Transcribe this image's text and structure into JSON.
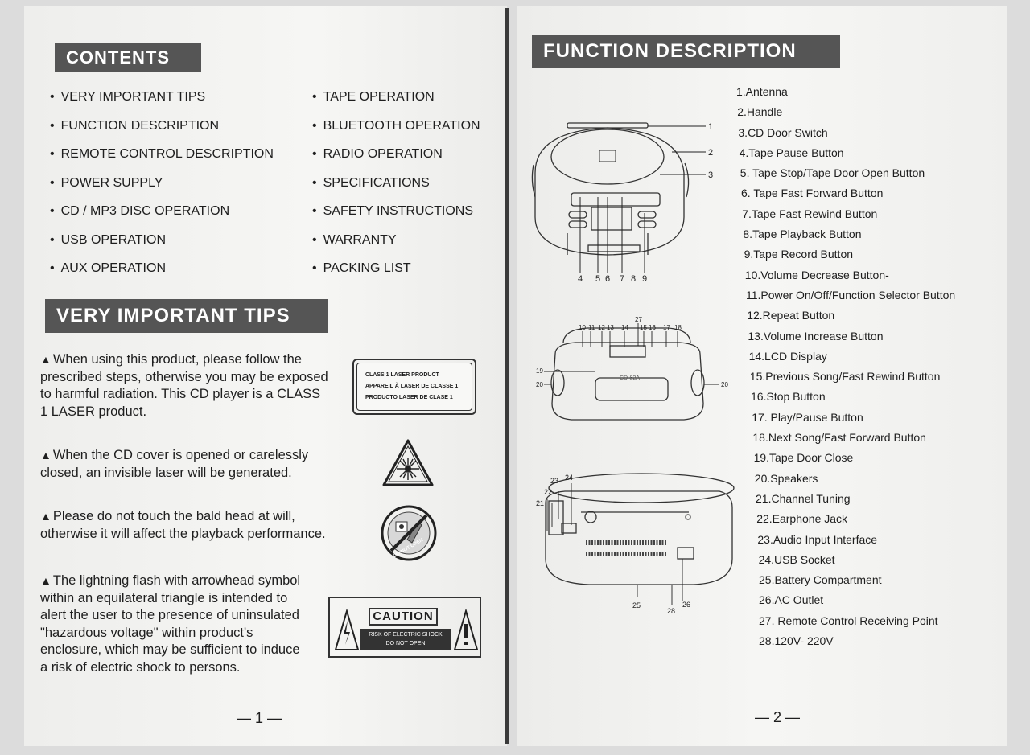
{
  "left_page": {
    "contents_heading": "CONTENTS",
    "contents_col1": [
      "VERY IMPORTANT TIPS",
      "FUNCTION DESCRIPTION",
      "REMOTE CONTROL DESCRIPTION",
      "POWER SUPPLY",
      "CD / MP3 DISC OPERATION",
      "USB OPERATION",
      "AUX OPERATION"
    ],
    "contents_col2": [
      "TAPE OPERATION",
      "BLUETOOTH OPERATION",
      "RADIO OPERATION",
      "SPECIFICATIONS",
      "SAFETY INSTRUCTIONS",
      "WARRANTY",
      "PACKING LIST"
    ],
    "tips_heading": "VERY IMPORTANT TIPS",
    "tips": [
      "When using this product, please follow the prescribed steps, otherwise you may be exposed to harmful radiation. This CD player is a CLASS 1 LASER product.",
      "When the CD cover is opened or carelessly closed, an invisible laser will be generated.",
      "Please do not touch the bald head at will, otherwise it will affect the playback performance.",
      "The lightning flash with arrowhead symbol within an equilateral triangle is intended to alert the user to the presence of uninsulated \"hazardous voltage\" within product's enclosure, which may be sufficient to induce a risk of electric shock to persons."
    ],
    "laser_label": [
      "CLASS 1 LASER PRODUCT",
      "APPAREIL À LASER DE CLASSE 1",
      "PRODUCTO LASER DE CLASE 1"
    ],
    "do_not_open_label": "DO NOT OPEN",
    "caution_title": "CAUTION",
    "caution_sub1": "RISK OF ELECTRIC SHOCK",
    "caution_sub2": "DO NOT OPEN",
    "page_number": "— 1 —"
  },
  "right_page": {
    "heading": "FUNCTION DESCRIPTION",
    "functions": [
      "1.Antenna",
      "2.Handle",
      "3.CD Door Switch",
      "4.Tape Pause Button",
      "5. Tape Stop/Tape Door Open Button",
      "6. Tape Fast Forward Button",
      "7.Tape Fast Rewind Button",
      "8.Tape Playback Button",
      "9.Tape Record Button",
      "10.Volume Decrease Button-",
      "11.Power On/Off/Function Selector Button",
      "12.Repeat Button",
      "13.Volume Increase Button",
      "14.LCD Display",
      "15.Previous Song/Fast Rewind Button",
      "16.Stop Button",
      "17. Play/Pause Button",
      "18.Next Song/Fast Forward Button",
      "19.Tape Door Close",
      "20.Speakers",
      "21.Channel Tuning",
      "22.Earphone Jack",
      "23.Audio Input Interface",
      "24.USB Socket",
      "25.Battery Compartment",
      "26.AC Outlet",
      "27. Remote Control Receiving Point",
      "28.120V- 220V"
    ],
    "diagram1_callouts": [
      "1",
      "2",
      "3",
      "4",
      "5",
      "6",
      "7",
      "8",
      "9"
    ],
    "diagram2_model": "CD-82A",
    "diagram2_callouts_top": [
      "10",
      "11",
      "12",
      "13",
      "14",
      "15",
      "16",
      "17",
      "18"
    ],
    "diagram2_callout_27": "27",
    "diagram2_callout_19": "19",
    "diagram2_callout_20": "20",
    "diagram3_callouts": [
      "21",
      "22",
      "23",
      "24",
      "25",
      "26",
      "28"
    ],
    "page_number": "— 2 —"
  }
}
